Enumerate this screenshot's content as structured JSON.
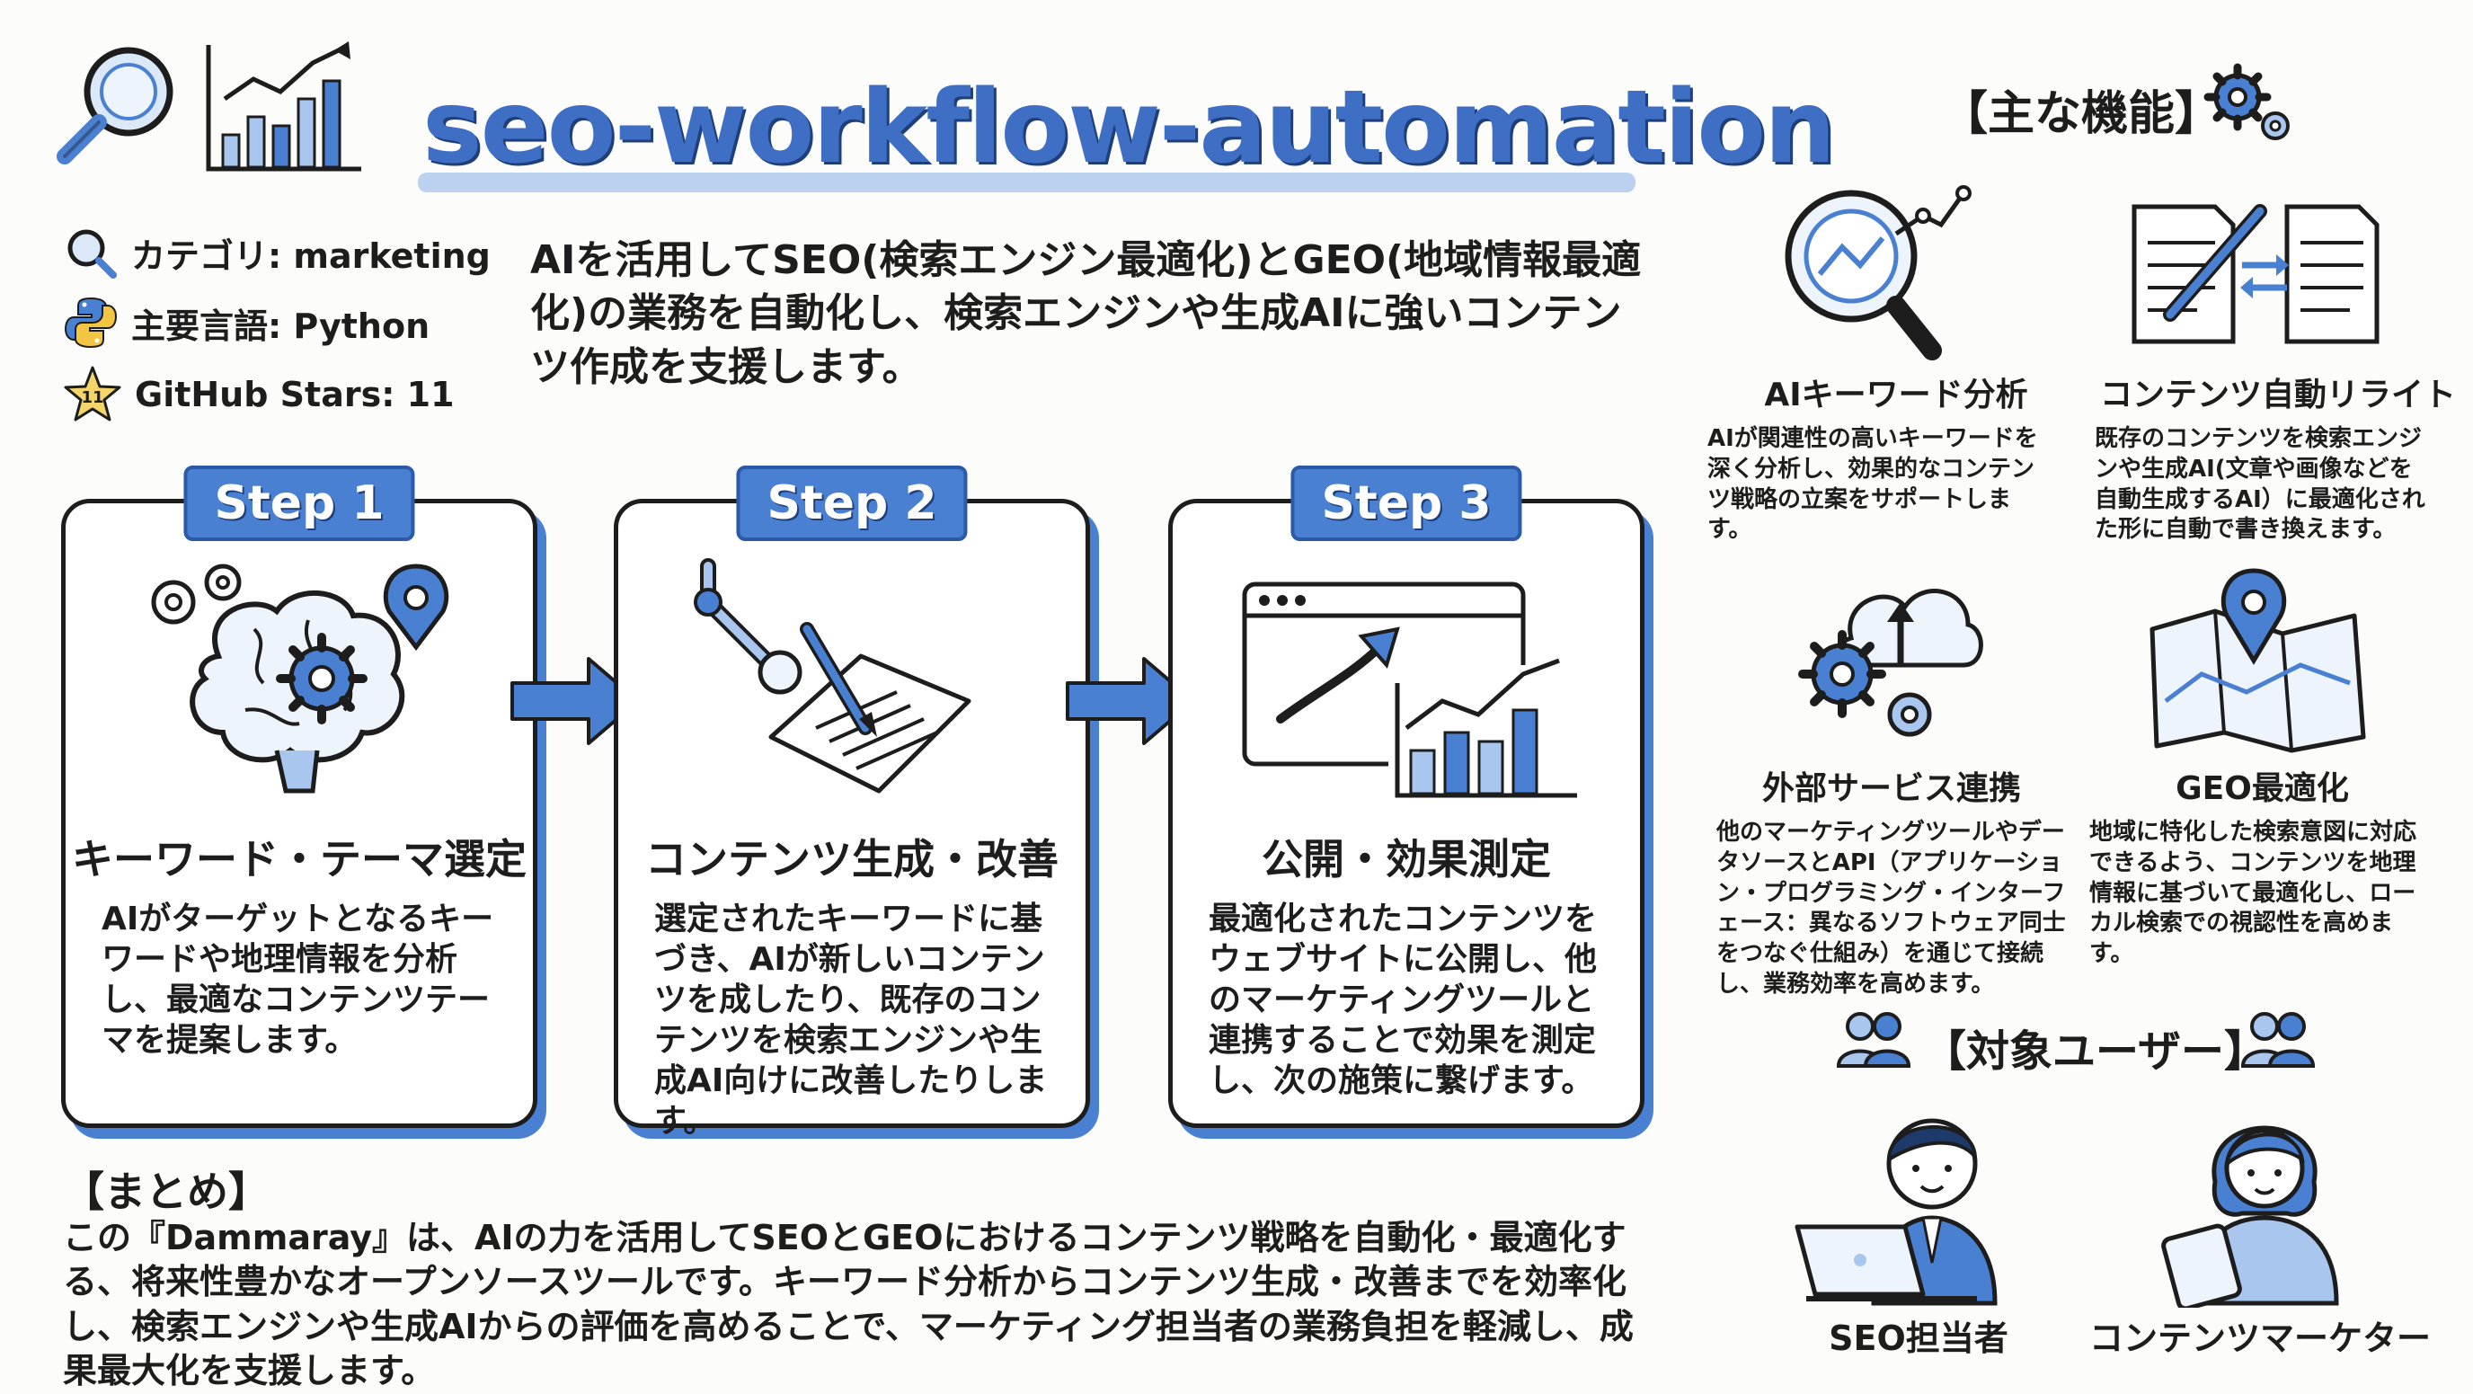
{
  "header": {
    "title": "seo-workflow-automation"
  },
  "meta": {
    "category": "カテゴリ: marketing",
    "language": "主要言語: Python",
    "stars": "GitHub Stars: 11",
    "stars_badge": "11"
  },
  "description": "AIを活用してSEO(検索エンジン最適化)とGEO(地域情報最適化)の業務を自動化し、検索エンジンや生成AIに強いコンテンツ作成を支援します。",
  "steps": [
    {
      "badge": "Step 1",
      "title": "キーワード・テーマ選定",
      "body": "AIがターゲットとなるキーワードや地理情報を分析し、最適なコンテンツテーマを提案します。"
    },
    {
      "badge": "Step 2",
      "title": "コンテンツ生成・改善",
      "body": "選定されたキーワードに基づき、AIが新しいコンテンツを成したり、既存のコンテンツを検索エンジンや生成AI向けに改善したりします。"
    },
    {
      "badge": "Step 3",
      "title": "公開・効果測定",
      "body": "最適化されたコンテンツをウェブサイトに公開し、他のマーケティングツールと連携することで効果を測定し、次の施策に繋げます。"
    }
  ],
  "summary": {
    "heading": "【まとめ】",
    "text": "この『Dammaray』は、AIの力を活用してSEOとGEOにおけるコンテンツ戦略を自動化・最適化する、将来性豊かなオープンソースツールです。キーワード分析からコンテンツ生成・改善までを効率化し、検索エンジンや生成AIからの評価を高めることで、マーケティング担当者の業務負担を軽減し、成果最大化を支援します。"
  },
  "features": {
    "heading": "【主な機能】",
    "items": [
      {
        "title": "AIキーワード分析",
        "body": "AIが関連性の高いキーワードを深く分析し、効果的なコンテンツ戦略の立案をサポートします。"
      },
      {
        "title": "コンテンツ自動リライト",
        "body": "既存のコンテンツを検索エンジンや生成AI(文章や画像などを自動生成するAI）に最適化された形に自動で書き換えます。"
      },
      {
        "title": "外部サービス連携",
        "body": "他のマーケティングツールやデータソースとAPI（アプリケーション・プログラミング・インターフェース：異なるソフトウェア同士をつなぐ仕組み）を通じて接続し、業務効率を高めます。"
      },
      {
        "title": "GEO最適化",
        "body": "地域に特化した検索意図に対応できるよう、コンテンツを地理情報に基づいて最適化し、ローカル検索での視認性を高めます。"
      }
    ]
  },
  "users": {
    "heading": "【対象ユーザー】",
    "items": [
      {
        "label": "SEO担当者"
      },
      {
        "label": "コンテンツマーケター"
      }
    ]
  },
  "colors": {
    "accent": "#4a80d2",
    "accent_light": "#a9c6ee",
    "ink": "#1d1d1d"
  }
}
